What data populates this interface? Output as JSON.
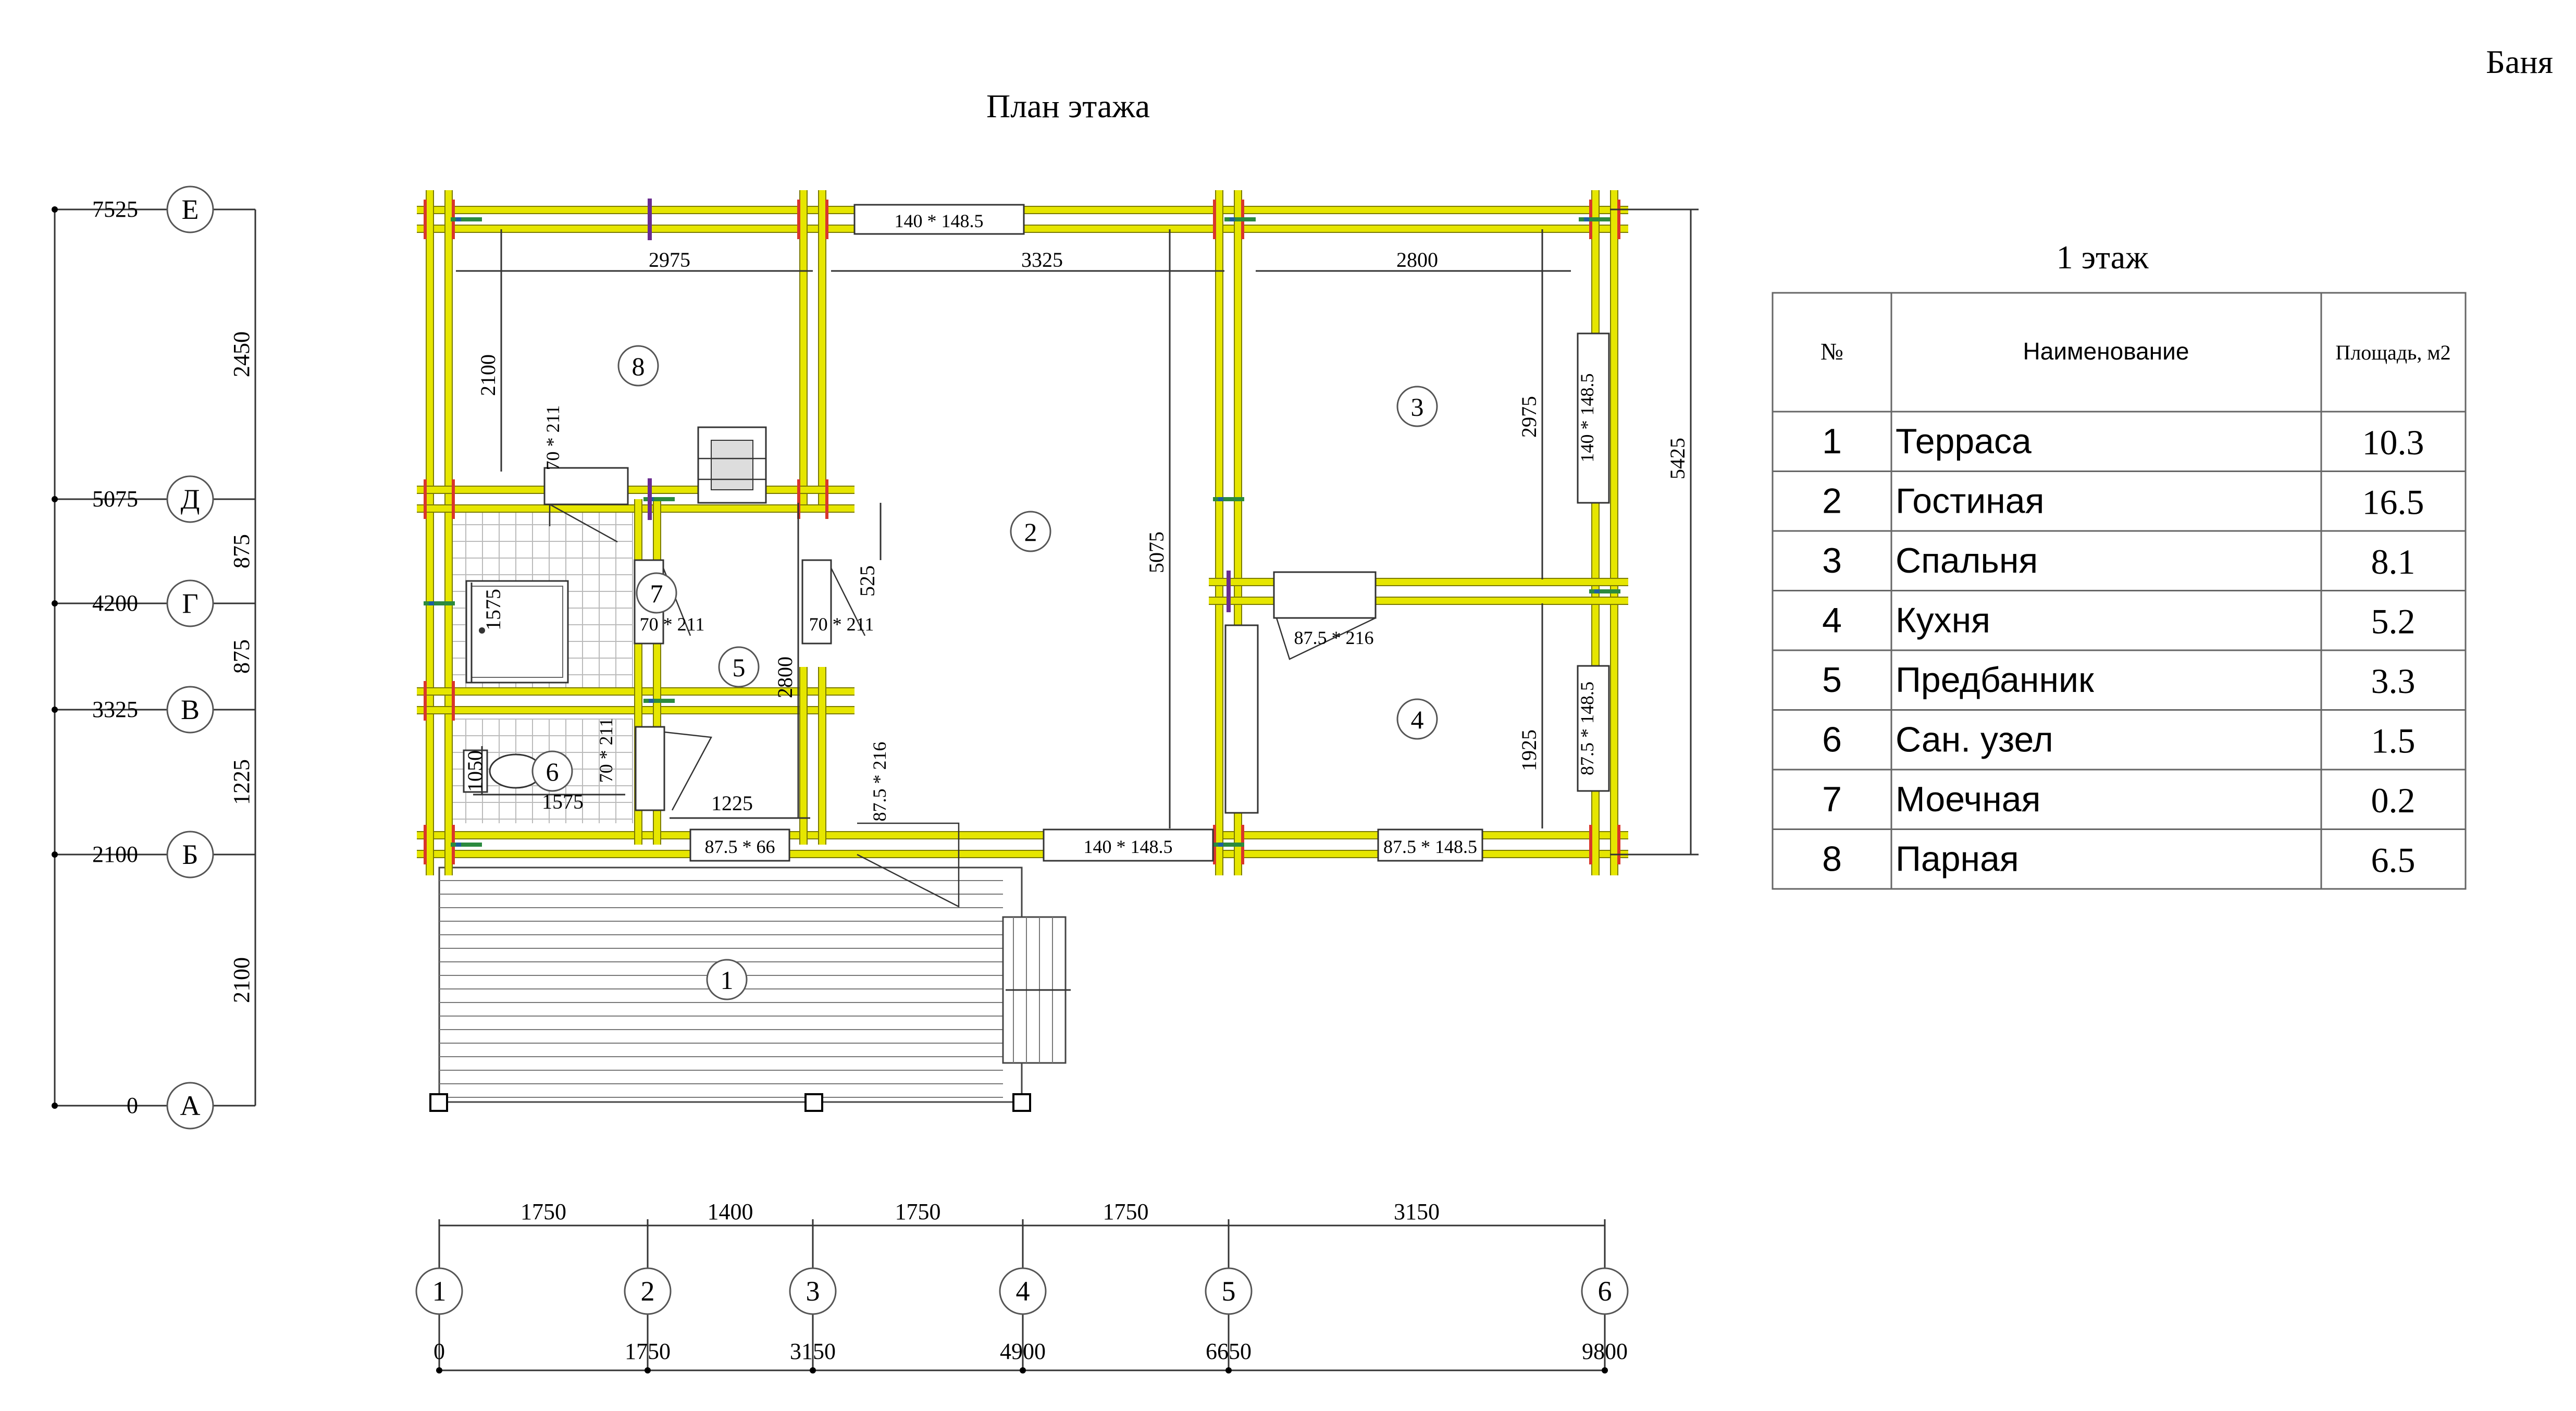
{
  "corner_label": "Баня",
  "plan_title": "План этажа",
  "room_table": {
    "title": "1 этаж",
    "headers": {
      "no": "№",
      "name": "Наименование",
      "area": "Площадь, м2"
    },
    "rows": [
      {
        "no": "1",
        "name": "Терраса",
        "area": "10.3"
      },
      {
        "no": "2",
        "name": "Гостиная",
        "area": "16.5"
      },
      {
        "no": "3",
        "name": "Спальня",
        "area": "8.1"
      },
      {
        "no": "4",
        "name": "Кухня",
        "area": "5.2"
      },
      {
        "no": "5",
        "name": "Предбанник",
        "area": "3.3"
      },
      {
        "no": "6",
        "name": "Сан. узел",
        "area": "1.5"
      },
      {
        "no": "7",
        "name": "Моечная",
        "area": "0.2"
      },
      {
        "no": "8",
        "name": "Парная",
        "area": "6.5"
      }
    ]
  },
  "vertical_axes": [
    {
      "letter": "Е",
      "coord": "7525"
    },
    {
      "letter": "Д",
      "coord": "5075"
    },
    {
      "letter": "Г",
      "coord": "4200"
    },
    {
      "letter": "В",
      "coord": "3325"
    },
    {
      "letter": "Б",
      "coord": "2100"
    },
    {
      "letter": "А",
      "coord": "0"
    }
  ],
  "vertical_spans": [
    "2450",
    "875",
    "875",
    "1225",
    "2100"
  ],
  "horizontal_axes": [
    {
      "num": "1",
      "coord": "0"
    },
    {
      "num": "2",
      "coord": "1750"
    },
    {
      "num": "3",
      "coord": "3150"
    },
    {
      "num": "4",
      "coord": "4900"
    },
    {
      "num": "5",
      "coord": "6650"
    },
    {
      "num": "6",
      "coord": "9800"
    }
  ],
  "horizontal_spans": [
    "1750",
    "1400",
    "1750",
    "1750",
    "3150"
  ],
  "room_markers": [
    "1",
    "2",
    "3",
    "4",
    "5",
    "6",
    "7",
    "8"
  ],
  "dimensions": {
    "top_left": "2975",
    "top_mid": "3325",
    "top_right": "2800",
    "steam_height": "2100",
    "bedroom_height": "2975",
    "kitchen_height": "1925",
    "living_height": "5075",
    "overall_height": "5425",
    "lobby_width": "1225",
    "lobby_height": "2800",
    "bath_width": "1575",
    "bath_height": "1575",
    "toilet_height": "1050",
    "wc_width": "1575",
    "door_small": "525"
  },
  "openings": {
    "window_top": "140 * 148.5",
    "window_right_top": "140 * 148.5",
    "window_right_bottom": "87.5 * 148.5",
    "window_bottom_mid": "140 * 148.5",
    "window_bottom_right": "87.5 * 148.5",
    "window_bottom_left": "87.5 * 66",
    "door_steam": "70 * 211",
    "door_wash": "70 * 211",
    "door_lobby": "70 * 211",
    "door_wc": "70 * 211",
    "door_entry": "87.5 * 216",
    "door_kitchen": "87.5 * 216"
  }
}
